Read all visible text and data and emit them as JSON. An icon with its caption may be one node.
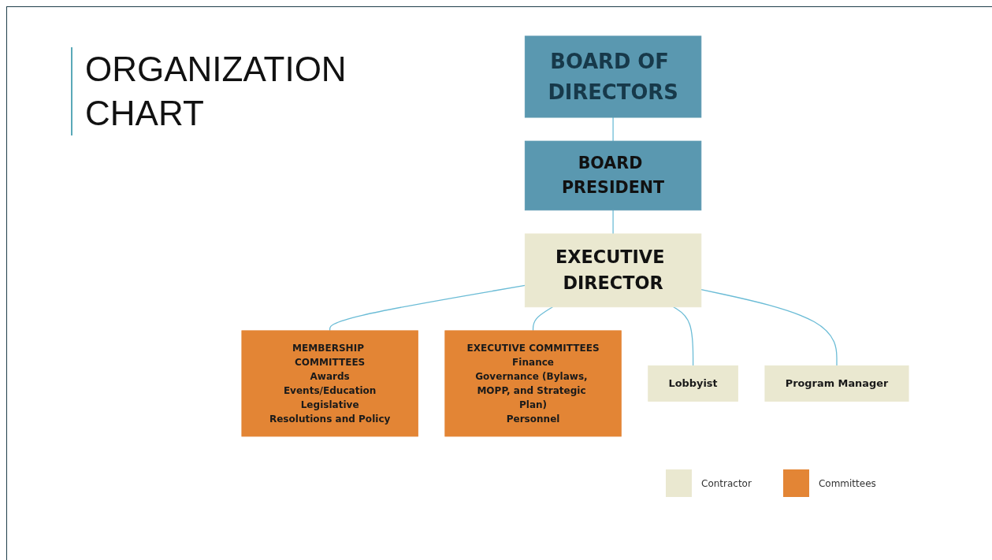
{
  "diagram": {
    "title": "ORGANIZATION CHART",
    "nodes": [
      {
        "text": [
          "BOARD OF DIRECTORS"
        ]
      },
      {
        "text": [
          "BOARD PRESIDENT"
        ]
      },
      {
        "text": [
          "EXECUTIVE DIRECTOR"
        ]
      },
      {
        "text": [
          "MEMBERSHIP COMMITTEES",
          "Awards",
          "Events/Education",
          "Legislative",
          "Resolutions and Policy"
        ]
      },
      {
        "text": [
          "EXECUTIVE COMMITTEES",
          "Finance",
          "Governance (Bylaws, MOPP, and Strategic Plan)",
          "Personnel"
        ]
      },
      {
        "text": [
          "Lobbyist"
        ]
      },
      {
        "text": [
          "Program Manager"
        ]
      }
    ],
    "edges": [
      {
        "from": 0,
        "to": 1,
        "arrow": "none"
      },
      {
        "from": 1,
        "to": 2,
        "arrow": "none"
      },
      {
        "from": 2,
        "to": 3,
        "arrow": "none"
      },
      {
        "from": 2,
        "to": 4,
        "arrow": "none"
      },
      {
        "from": 2,
        "to": 5,
        "arrow": "none"
      },
      {
        "from": 2,
        "to": 6,
        "arrow": "none"
      }
    ],
    "legend": [
      {
        "text": "Contractor",
        "color": "#eae8d0"
      },
      {
        "text": "Committees",
        "color": "#e38535"
      }
    ]
  }
}
